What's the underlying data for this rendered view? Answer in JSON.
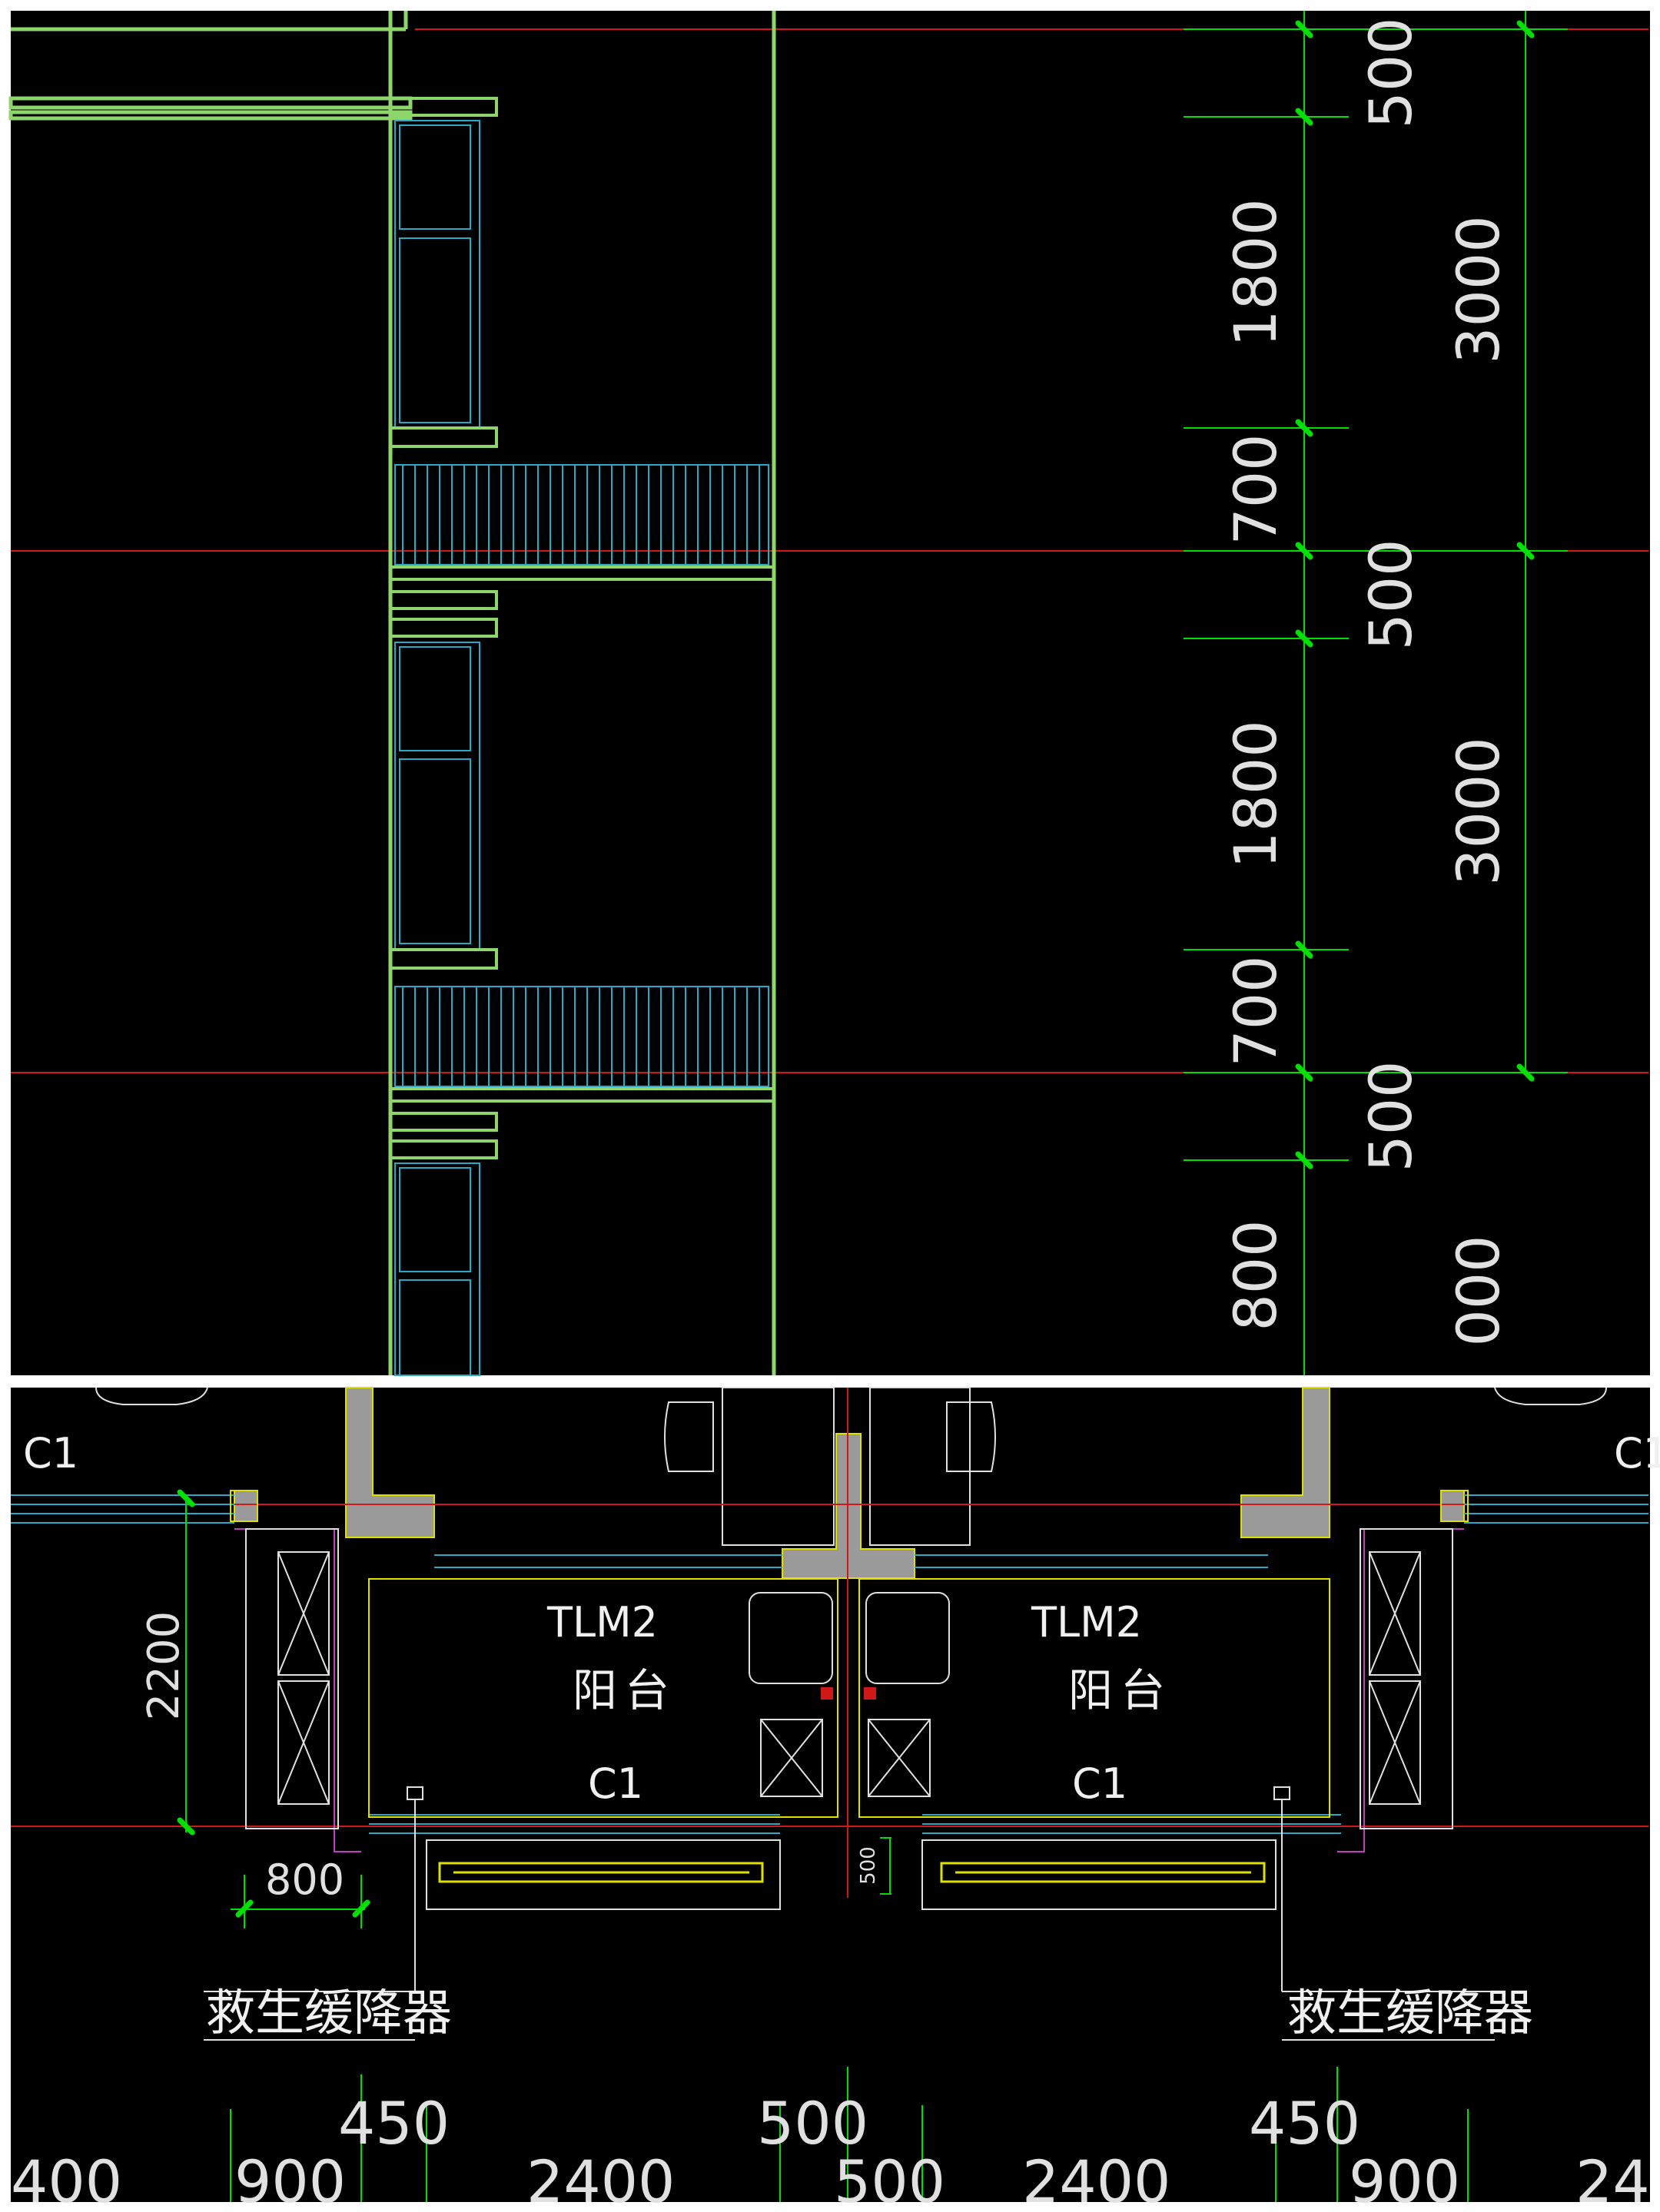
{
  "elevation": {
    "inner_dims": {
      "d500_top": "500",
      "d1800_a": "1800",
      "d700_a": "700",
      "d500_b": "500",
      "d1800_b": "1800",
      "d700_b": "700",
      "d500_c": "500",
      "d800_partial": "800"
    },
    "outer_dims": {
      "d3000_a": "3000",
      "d3000_b": "3000",
      "d000_partial": "000"
    }
  },
  "plan": {
    "window_left": "C1",
    "window_right": "C1",
    "door_left": "TLM2",
    "door_right": "TLM2",
    "room_left": "阳台",
    "room_right": "阳台",
    "window_inner_left": "C1",
    "window_inner_right": "C1",
    "dim_vertical": "2200",
    "dim_800": "800",
    "dim_500_small": "500",
    "callout_left": "救生缓降器",
    "callout_right": "救生缓降器",
    "bottom_dims_upper": {
      "d450_left": "450",
      "d500": "500",
      "d450_right": "450"
    },
    "bottom_dims_lower": {
      "d400": "400",
      "d900_left": "900",
      "d2400_left": "2400",
      "d500": "500",
      "d2400_right": "2400",
      "d900_right": "900",
      "d24_partial": "24"
    }
  },
  "colors": {
    "background": "#000000",
    "wall_green": "#8ed56c",
    "axis_red": "#d01818",
    "dim_green": "#00e000",
    "detail_cyan": "#2aa8c8",
    "wall_fill_gray": "#9a9a9a",
    "yellow": "#e0e000",
    "magenta": "#c040c0"
  }
}
